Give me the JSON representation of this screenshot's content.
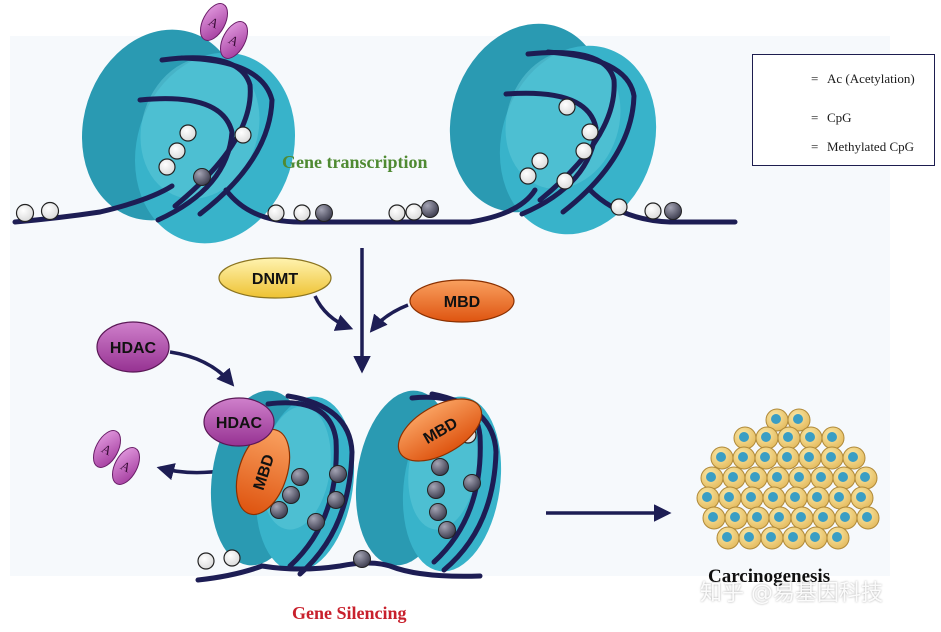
{
  "labels": {
    "transcription": "Gene transcription",
    "silencing": "Gene Silencing",
    "carcinogenesis": "Carcinogenesis"
  },
  "enzymes": {
    "dnmt": "DNMT",
    "mbd_top": "MBD",
    "hdac_free": "HDAC",
    "hdac_bound": "HDAC",
    "mbd_left": "MBD",
    "mbd_right": "MBD"
  },
  "acetyl_glyph": "A",
  "legend": {
    "equals": "=",
    "acetylation": "Ac (Acetylation)",
    "cpg": "CpG",
    "methylated": "Methylated CpG"
  },
  "watermark": "知乎 @易基因科技",
  "colors": {
    "histone": "#38b3ca",
    "histone_top": "#5fc9d9",
    "dna": "#1d1d54",
    "acetyl": "#b24ab0",
    "dnmt": "#f5d64a",
    "mbd": "#e8621c",
    "hdac": "#a5399f",
    "transcription_text": "#4f8a32",
    "silencing_text": "#c8202c"
  }
}
